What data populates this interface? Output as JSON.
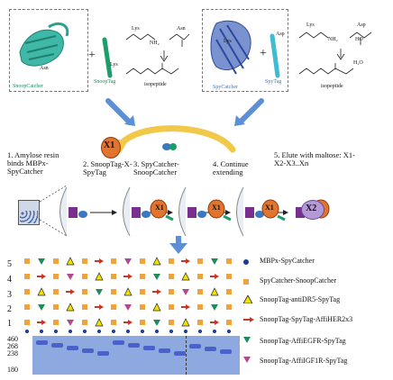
{
  "top_left_panel": {
    "snoopcatcher_label": "SnoopCatcher",
    "snooptag_label": "SnoopTag",
    "asn_label": "Asn",
    "lys_label": "Lys",
    "chem_lys": "Lys",
    "chem_asn": "Asn",
    "chem_isopeptide": "isopeptide",
    "nh2": "NH₂"
  },
  "top_right_panel": {
    "spycatcher_label": "SpyCatcher",
    "spytag_label": "SpyTag",
    "lys_label": "Lys",
    "asp_label": "Asp",
    "chem_lys": "Lys",
    "chem_asp": "Asp",
    "chem_isopeptide": "isopeptide",
    "h2o": "H₂O",
    "nh2": "NH₂",
    "ho": "HO"
  },
  "steps": {
    "s1": "1.  Amylose resin binds MBPx-SpyCatcher",
    "s2": "2.  SnoopTag-X-SpyTag",
    "s3": "3.  SpyCatcher-SnoopCatcher",
    "s4": "4.  Continue extending",
    "s5": "5.  Elute with maltose: X1-X2-X3..Xn"
  },
  "x1": "X1",
  "x2": "X2",
  "lanes": [
    "5",
    "4",
    "3",
    "2",
    "1"
  ],
  "mw_markers": [
    "460",
    "268",
    "238",
    "180"
  ],
  "legend": [
    {
      "icon": "dot",
      "color": "#1f3b8c",
      "label": "MBPx-SpyCatcher"
    },
    {
      "icon": "square",
      "color": "#f0a33a",
      "label": "SpyCatcher-SnoopCatcher"
    },
    {
      "icon": "triangle",
      "color": "#f2e200",
      "label": "SnoopTag-antiDR5-SpyTag"
    },
    {
      "icon": "arrow",
      "color": "#c0392b",
      "label": "SnoopTag-SpyTag-AffiHER2x3"
    },
    {
      "icon": "down-triangle",
      "color": "#1f8a5a",
      "label": "SnoopTag-AffiEGFR-SpyTag"
    },
    {
      "icon": "down-triangle",
      "color": "#b04a8c",
      "label": "SnoopTag-AffiIGF1R-SpyTag"
    }
  ]
}
